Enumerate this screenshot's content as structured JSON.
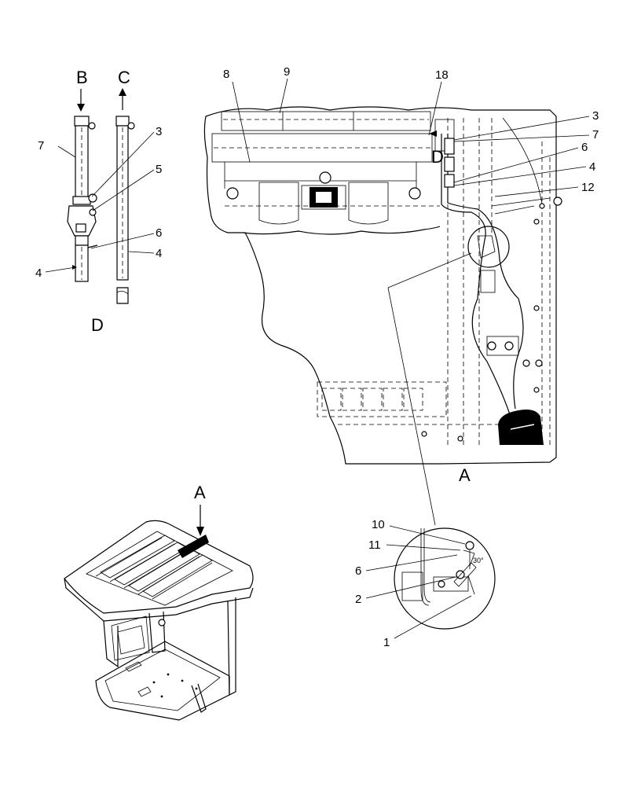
{
  "views": {
    "B": "B",
    "C": "C",
    "D_bottom": "D",
    "D_in_A": "D",
    "A_main": "A",
    "A_arrow": "A"
  },
  "detail_D_callouts": {
    "n3": "3",
    "n5": "5",
    "n6": "6",
    "n7": "7",
    "n4_left": "4",
    "n4_right": "4"
  },
  "view_A_callouts": {
    "n8": "8",
    "n9": "9",
    "n18": "18",
    "n3": "3",
    "n7": "7",
    "n6": "6",
    "n4": "4",
    "n12": "12"
  },
  "zoom_callouts": {
    "n10": "10",
    "n11": "11",
    "n6": "6",
    "n2": "2",
    "n1": "1",
    "angle": "30°"
  }
}
